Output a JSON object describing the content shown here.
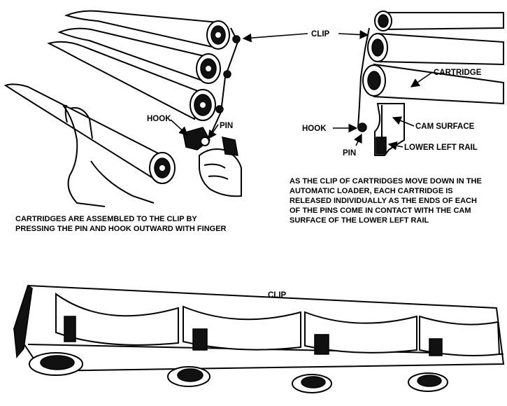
{
  "colors": {
    "ink": "#000000",
    "paper": "#ffffff"
  },
  "labels": {
    "clip_top": "CLIP",
    "cartridge": "CARTRIDGE",
    "hook_left": "HOOK",
    "pin_left": "PIN",
    "hook_right": "HOOK",
    "cam_surface": "CAM SURFACE",
    "pin_right": "PIN",
    "lower_left_rail": "LOWER LEFT RAIL",
    "clip_bottom": "CLIP"
  },
  "captions": {
    "left": [
      "CARTRIDGES ARE ASSEMBLED TO THE CLIP BY",
      "PRESSING THE PIN AND HOOK OUTWARD WITH FINGER"
    ],
    "right": [
      "AS THE CLIP OF CARTRIDGES MOVE DOWN IN THE",
      "AUTOMATIC LOADER, EACH CARTRIDGE IS",
      "RELEASED INDIVIDUALLY AS THE ENDS OF EACH",
      "OF THE PINS COME IN CONTACT WITH THE CAM",
      "SURFACE OF THE LOWER LEFT RAIL"
    ]
  }
}
